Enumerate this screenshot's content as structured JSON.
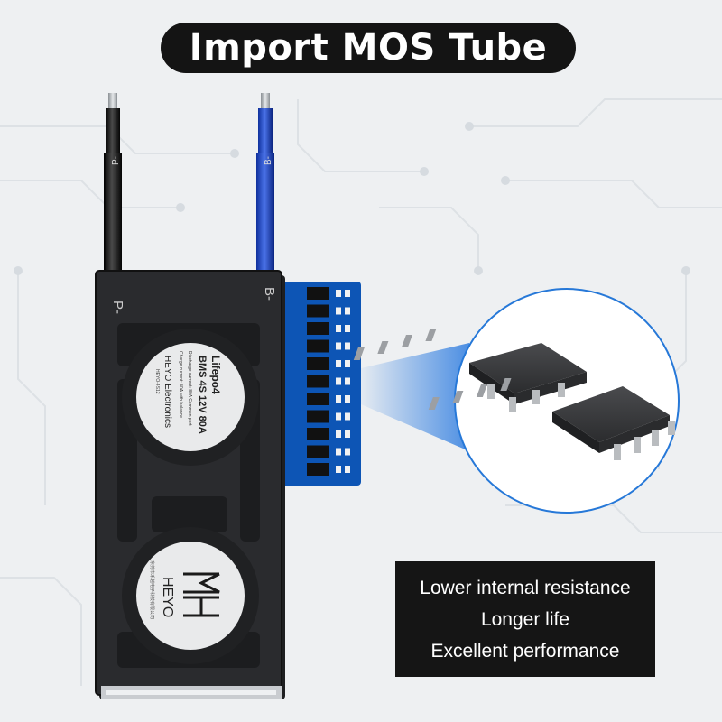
{
  "title": "Import MOS Tube",
  "wires": {
    "left_label": "P-",
    "right_label": "B-"
  },
  "board": {
    "left_terminal": "P-",
    "right_terminal": "B-",
    "chem": "Lifepo4",
    "model": "BMS 4S 12V 80A",
    "discharge_line": "Discharge current: 80A  Common port",
    "charge_line": "Charge current: 40A   with balance",
    "brand_name": "HEYO Electronics",
    "model_code": "HEYO-4S12",
    "logo_text": "HEYO",
    "company_cn": "东莞市禾越电子科技有限公司"
  },
  "features": [
    "Lower internal resistance",
    "Longer life",
    "Excellent performance"
  ],
  "colors": {
    "accent_blue": "#1e6fd0",
    "board_dark": "#2a2b2e",
    "pcb_blue": "#0d55b5"
  }
}
